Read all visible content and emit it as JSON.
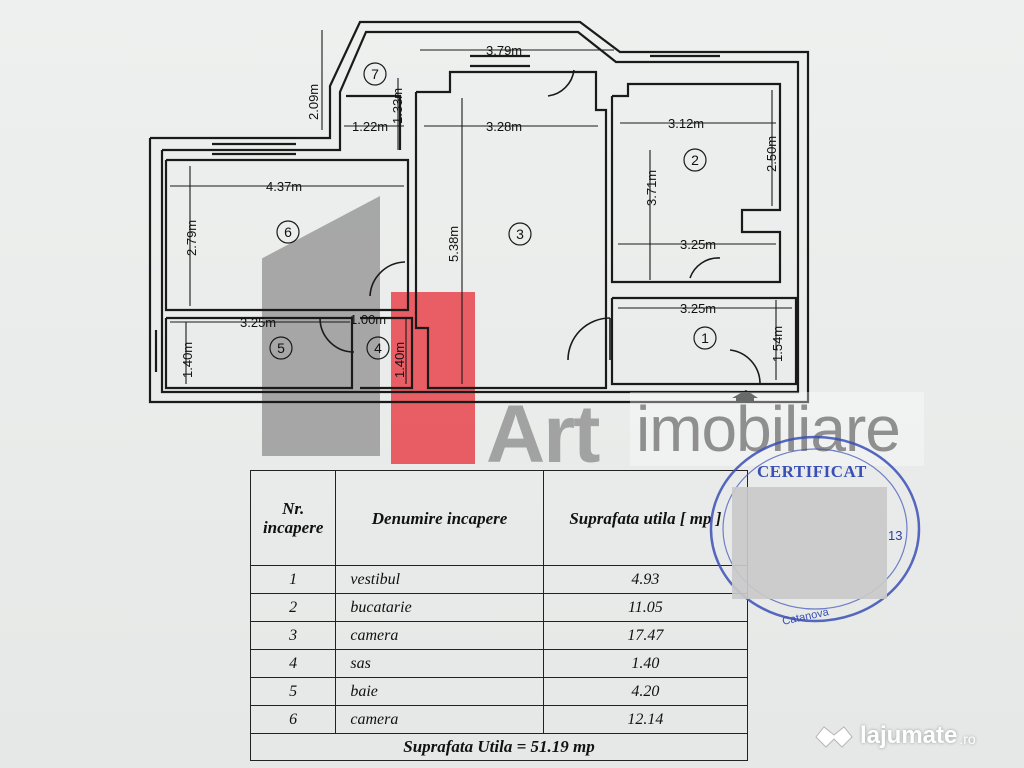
{
  "plan": {
    "dimensions": {
      "d_3_79": "3.79m",
      "d_2_09": "2.09m",
      "d_1_33": "1.33m",
      "d_1_22": "1.22m",
      "d_3_28": "3.28m",
      "d_3_12": "3.12m",
      "d_2_50": "2.50m",
      "d_3_71": "3.71m",
      "d_4_37": "4.37m",
      "d_2_79": "2.79m",
      "d_5_38": "5.38m",
      "d_3_25_kitchen": "3.25m",
      "d_3_25_hall": "3.25m",
      "d_1_00": "1.00m",
      "d_3_25_bath": "3.25m",
      "d_1_40_bath": "1.40m",
      "d_1_40_sas": "1.40m",
      "d_1_54": "1.54m"
    },
    "room_numbers": [
      "1",
      "2",
      "3",
      "4",
      "5",
      "6",
      "7"
    ]
  },
  "watermark": {
    "art": "Art",
    "imobiliare": "imobiliare"
  },
  "table": {
    "headers": {
      "nr": "Nr. incapere",
      "name": "Denumire incapere",
      "area": "Suprafata utila [ mp ]"
    },
    "rows": [
      {
        "nr": "1",
        "name": "vestibul",
        "area": "4.93"
      },
      {
        "nr": "2",
        "name": "bucatarie",
        "area": "11.05"
      },
      {
        "nr": "3",
        "name": "camera",
        "area": "17.47"
      },
      {
        "nr": "4",
        "name": "sas",
        "area": "1.40"
      },
      {
        "nr": "5",
        "name": "baie",
        "area": "4.20"
      },
      {
        "nr": "6",
        "name": "camera",
        "area": "12.14"
      }
    ],
    "total": "Suprafata Utila = 51.19 mp"
  },
  "stamp": {
    "title": "CERTIFICAT",
    "digits": "13",
    "city": "Catanova"
  },
  "site": {
    "name": "lajumate",
    "tld": ".ro"
  },
  "colors": {
    "stamp_blue": "#3a4fb5",
    "watermark_red": "#e8343d",
    "watermark_gray": "#6e6e6e"
  }
}
